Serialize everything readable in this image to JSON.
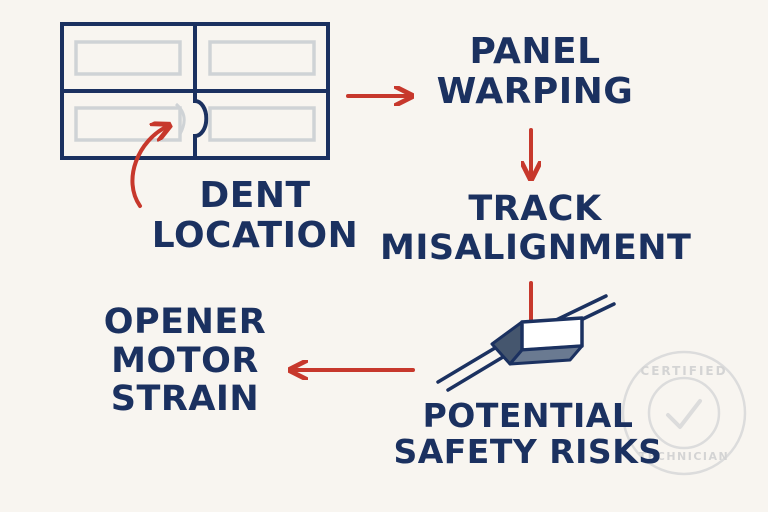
{
  "colors": {
    "navy": "#1b3160",
    "red": "#c7382c",
    "panel_inner": "#cfd3d6",
    "background": "#f8f5f0",
    "seal": "#dcdcdc"
  },
  "labels": {
    "dent": [
      "DENT",
      "LOCATION"
    ],
    "warping": [
      "PANEL",
      "WARPING"
    ],
    "track": [
      "TRACK",
      "MISALIGNMENT"
    ],
    "motor": [
      "OPENER",
      "MOTOR",
      "STRAIN"
    ],
    "safety": [
      "POTENTIAL",
      "SAFETY RISKS"
    ]
  },
  "seal": {
    "top_text": "CERTIFIED",
    "bottom_text": "TECHNICIAN",
    "icon": "checkmark-icon"
  },
  "icons": {
    "door": "garage-door-panel-icon",
    "opener": "garage-door-opener-icon"
  }
}
